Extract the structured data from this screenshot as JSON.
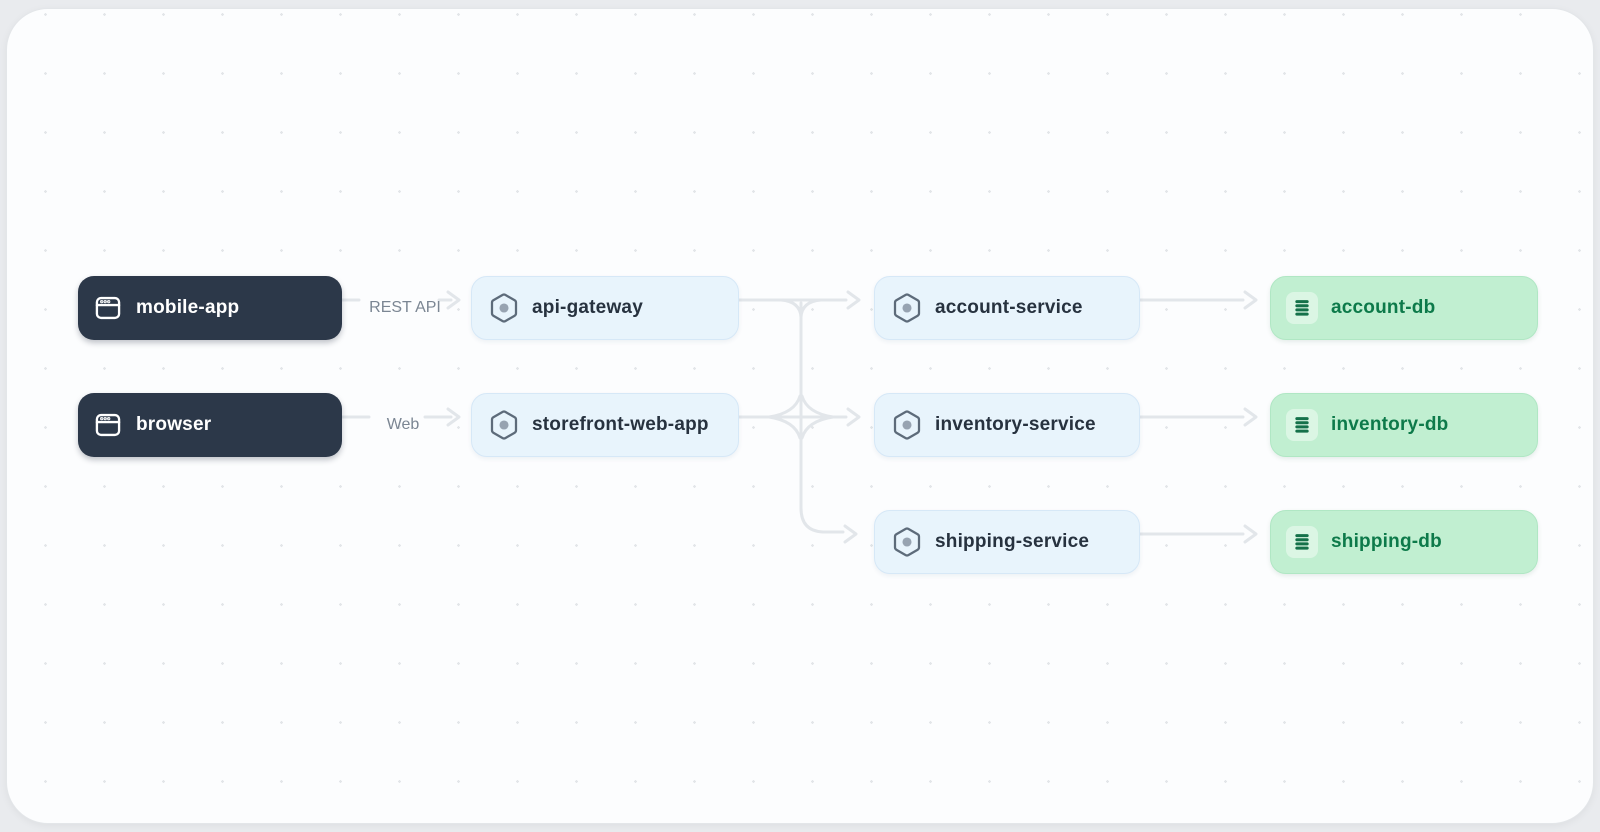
{
  "diagram": {
    "edge_label_rest_api": "REST API",
    "edge_label_web": "Web",
    "nodes": [
      {
        "id": "mobile-app",
        "label": "mobile-app",
        "type": "client",
        "icon": "app-window-icon"
      },
      {
        "id": "browser",
        "label": "browser",
        "type": "client",
        "icon": "app-window-icon"
      },
      {
        "id": "api-gateway",
        "label": "api-gateway",
        "type": "service",
        "icon": "hexagon-node-icon"
      },
      {
        "id": "storefront-web-app",
        "label": "storefront-web-app",
        "type": "service",
        "icon": "hexagon-node-icon"
      },
      {
        "id": "account-service",
        "label": "account-service",
        "type": "service",
        "icon": "hexagon-node-icon"
      },
      {
        "id": "inventory-service",
        "label": "inventory-service",
        "type": "service",
        "icon": "hexagon-node-icon"
      },
      {
        "id": "shipping-service",
        "label": "shipping-service",
        "type": "service",
        "icon": "hexagon-node-icon"
      },
      {
        "id": "account-db",
        "label": "account-db",
        "type": "database",
        "icon": "database-icon"
      },
      {
        "id": "inventory-db",
        "label": "inventory-db",
        "type": "database",
        "icon": "database-icon"
      },
      {
        "id": "shipping-db",
        "label": "shipping-db",
        "type": "database",
        "icon": "database-icon"
      }
    ],
    "edges": [
      {
        "from": "mobile-app",
        "to": "api-gateway",
        "label": "REST API"
      },
      {
        "from": "browser",
        "to": "storefront-web-app",
        "label": "Web"
      },
      {
        "from": "api-gateway",
        "to": "account-service"
      },
      {
        "from": "api-gateway",
        "to": "inventory-service"
      },
      {
        "from": "api-gateway",
        "to": "shipping-service"
      },
      {
        "from": "storefront-web-app",
        "to": "account-service"
      },
      {
        "from": "storefront-web-app",
        "to": "inventory-service"
      },
      {
        "from": "storefront-web-app",
        "to": "shipping-service"
      },
      {
        "from": "account-service",
        "to": "account-db"
      },
      {
        "from": "inventory-service",
        "to": "inventory-db"
      },
      {
        "from": "shipping-service",
        "to": "shipping-db"
      }
    ],
    "colors": {
      "client_bg": "#2c3849",
      "client_text": "#ffffff",
      "service_bg": "#e8f4fc",
      "service_border": "#d6e8f7",
      "service_text": "#27323f",
      "db_bg": "#c1efd1",
      "db_border": "#b0e7c4",
      "db_text": "#0d7a4a",
      "edge_stroke": "#e2e6ea",
      "edge_label_text": "#7b8693",
      "canvas_bg": "#fcfdfe",
      "dot_grid": "#e3e6e9"
    }
  }
}
